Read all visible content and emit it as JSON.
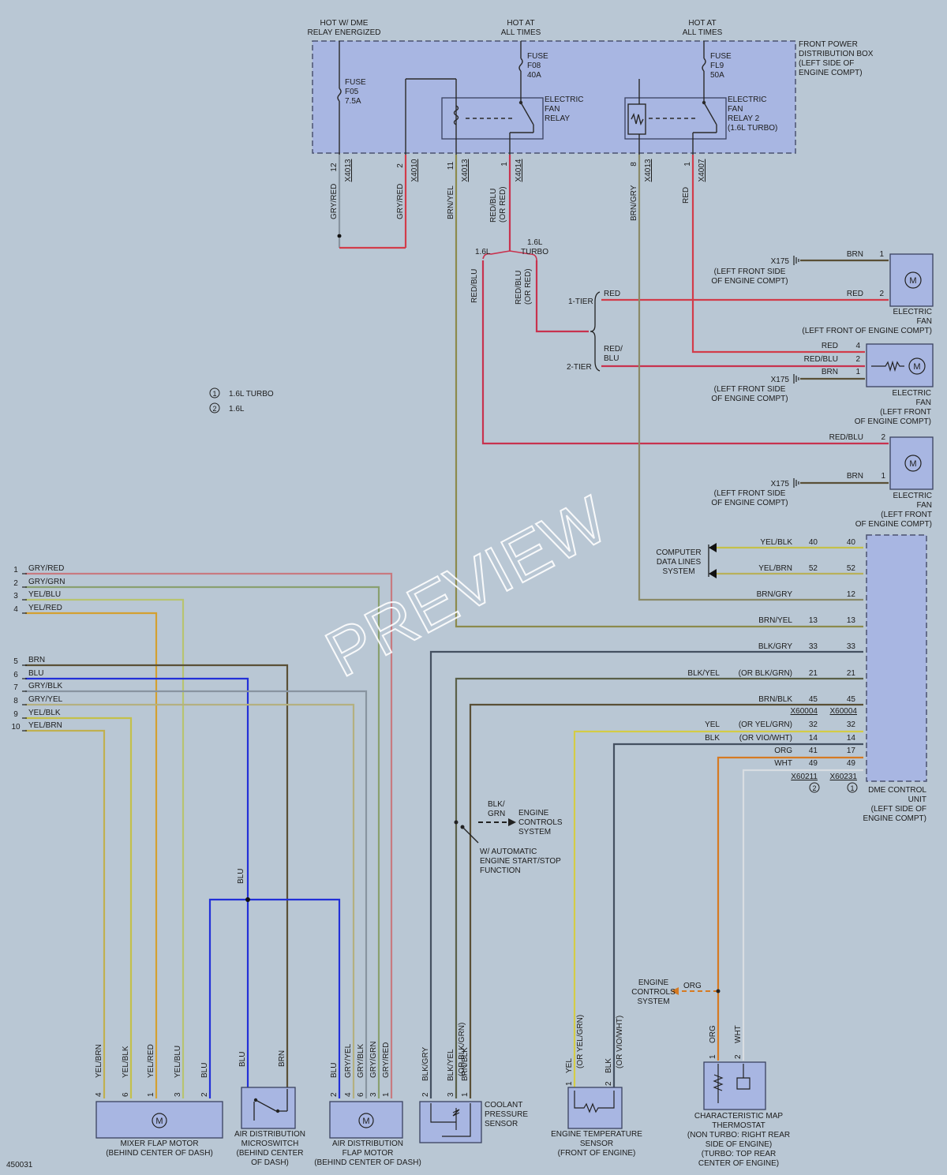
{
  "colors": {
    "background": "#b9c7d4",
    "box_fill": "#a8b6e2",
    "wire_red": "#d23c4a",
    "wire_redblu": "#c8324e",
    "wire_brn": "#5a5036",
    "wire_brnyel": "#8c8a4c",
    "wire_grn": "#8aa070",
    "wire_yel": "#d4cc46",
    "wire_blu": "#2230d8",
    "wire_org": "#d67a22",
    "wire_blk": "#445060",
    "wire_gry": "#8894a0",
    "wire_wht": "#d8dde2",
    "watermark": "#ffffff"
  },
  "watermark": "PREVIEW",
  "diagram_id": "450031",
  "header": {
    "hot_dme": [
      "HOT W/ DME",
      "RELAY ENERGIZED"
    ],
    "hot_always_1": [
      "HOT AT",
      "ALL TIMES"
    ],
    "hot_always_2": [
      "HOT AT",
      "ALL TIMES"
    ]
  },
  "power_box": {
    "label": [
      "FRONT POWER",
      "DISTRIBUTION BOX",
      "(LEFT SIDE OF",
      "ENGINE COMPT)"
    ],
    "fuse_f05": [
      "FUSE",
      "F05",
      "7.5A"
    ],
    "fuse_f08": [
      "FUSE",
      "F08",
      "40A"
    ],
    "fuse_fl9": [
      "FUSE",
      "FL9",
      "50A"
    ],
    "relay_1": [
      "ELECTRIC",
      "FAN",
      "RELAY"
    ],
    "relay_2": [
      "ELECTRIC",
      "FAN",
      "RELAY 2",
      "(1.6L TURBO)"
    ]
  },
  "connectors": {
    "c1": {
      "pin": "12",
      "conn": "X4013",
      "wire": "GRY/RED"
    },
    "c2": {
      "pin": "2",
      "conn": "X4010",
      "wire": "GRY/RED"
    },
    "c3": {
      "pin": "11",
      "conn": "X4013",
      "wire": "BRN/YEL"
    },
    "c4": {
      "pin": "1",
      "conn": "X4014",
      "wire": [
        "RED/BLU",
        "(OR RED)"
      ]
    },
    "c5": {
      "pin": "8",
      "conn": "X4013",
      "wire": "BRN/GRY"
    },
    "c6": {
      "pin": "1",
      "conn": "X4007",
      "wire": "RED"
    }
  },
  "split": {
    "label_16l": "1.6L",
    "label_turbo": [
      "1.6L",
      "TURBO"
    ],
    "left_wire": "RED/BLU",
    "right_wire": [
      "RED/BLU",
      "(OR RED)"
    ],
    "tier1": "1-TIER",
    "tier2": "2-TIER",
    "tier1_wire": "RED",
    "tier2_wire": [
      "RED/",
      "BLU"
    ]
  },
  "legend": [
    {
      "num": "1",
      "text": "1.6L TURBO"
    },
    {
      "num": "2",
      "text": "1.6L"
    }
  ],
  "fan1": {
    "ground": "X175",
    "ground_label": [
      "(LEFT FRONT SIDE",
      "OF ENGINE COMPT)"
    ],
    "wire_a": "BRN",
    "pin_a": "1",
    "wire_b": "RED",
    "pin_b": "2",
    "label": [
      "ELECTRIC",
      "FAN",
      "(LEFT FRONT OF ENGINE COMPT)"
    ]
  },
  "fan2": {
    "ground": "X175",
    "ground_label": [
      "(LEFT FRONT SIDE",
      "OF ENGINE COMPT)"
    ],
    "wire_a": "RED",
    "pin_a": "4",
    "wire_b": "RED/BLU",
    "pin_b": "2",
    "wire_c": "BRN",
    "pin_c": "1",
    "label": [
      "ELECTRIC",
      "FAN",
      "(LEFT FRONT",
      "OF ENGINE COMPT)"
    ]
  },
  "fan3": {
    "ground": "X175",
    "ground_label": [
      "(LEFT FRONT SIDE",
      "OF ENGINE COMPT)"
    ],
    "wire_a": "RED/BLU",
    "pin_a": "2",
    "wire_b": "BRN",
    "pin_b": "1",
    "label": [
      "ELECTRIC",
      "FAN",
      "(LEFT FRONT",
      "OF ENGINE COMPT)"
    ]
  },
  "dme": {
    "label": [
      "DME CONTROL",
      "UNIT",
      "(LEFT SIDE OF",
      "ENGINE COMPT)"
    ],
    "data_lines_label": [
      "COMPUTER",
      "DATA LINES",
      "SYSTEM"
    ],
    "rows": [
      {
        "wire": "YEL/BLK",
        "alt": "",
        "pin_a": "40",
        "pin_b": "40"
      },
      {
        "wire": "YEL/BRN",
        "alt": "",
        "pin_a": "52",
        "pin_b": "52"
      },
      {
        "wire": "BRN/GRY",
        "alt": "",
        "pin_a": "",
        "pin_b": "12"
      },
      {
        "wire": "BRN/YEL",
        "alt": "",
        "pin_a": "13",
        "pin_b": "13"
      },
      {
        "wire": "BLK/GRY",
        "alt": "",
        "pin_a": "33",
        "pin_b": "33"
      },
      {
        "wire": "BLK/YEL",
        "alt": "(OR BLK/GRN)",
        "pin_a": "21",
        "pin_b": "21"
      },
      {
        "wire": "BRN/BLK",
        "alt": "",
        "pin_a": "45",
        "pin_b": "45"
      },
      {
        "wire": "YEL",
        "alt": "(OR YEL/GRN)",
        "pin_a": "32",
        "pin_b": "32"
      },
      {
        "wire": "BLK",
        "alt": "(OR VIO/WHT)",
        "pin_a": "14",
        "pin_b": "14"
      },
      {
        "wire": "ORG",
        "alt": "",
        "pin_a": "41",
        "pin_b": "17"
      },
      {
        "wire": "WHT",
        "alt": "",
        "pin_a": "49",
        "pin_b": "49"
      }
    ],
    "conn_top_a": "X60004",
    "conn_top_b": "X60004",
    "conn_bot_a": "X60211",
    "conn_bot_b": "X60231",
    "mark_a": "2",
    "mark_b": "1"
  },
  "left_harness": [
    {
      "num": "1",
      "wire": "GRY/RED"
    },
    {
      "num": "2",
      "wire": "GRY/GRN"
    },
    {
      "num": "3",
      "wire": "YEL/BLU"
    },
    {
      "num": "4",
      "wire": "YEL/RED"
    },
    {
      "num": "5",
      "wire": "BRN"
    },
    {
      "num": "6",
      "wire": "BLU"
    },
    {
      "num": "7",
      "wire": "GRY/BLK"
    },
    {
      "num": "8",
      "wire": "GRY/YEL"
    },
    {
      "num": "9",
      "wire": "YEL/BLK"
    },
    {
      "num": "10",
      "wire": "YEL/BRN"
    }
  ],
  "blu_splice": "BLU",
  "start_stop": {
    "wire": [
      "BLK/",
      "GRN"
    ],
    "target": [
      "ENGINE",
      "CONTROLS",
      "SYSTEM"
    ],
    "label": [
      "W/ AUTOMATIC",
      "ENGINE START/STOP",
      "FUNCTION"
    ]
  },
  "org_branch": {
    "target": [
      "ENGINE",
      "CONTROLS",
      "SYSTEM"
    ],
    "wire": "ORG"
  },
  "components": {
    "mixer": {
      "label": [
        "MIXER FLAP MOTOR",
        "(BEHIND CENTER OF DASH)"
      ],
      "pins": [
        {
          "pin": "4",
          "wire": "YEL/BRN"
        },
        {
          "pin": "6",
          "wire": "YEL/BLK"
        },
        {
          "pin": "1",
          "wire": "YEL/RED"
        },
        {
          "pin": "3",
          "wire": "YEL/BLU"
        },
        {
          "pin": "2",
          "wire": "BLU"
        }
      ]
    },
    "micro": {
      "label": [
        "AIR DISTRIBUTION",
        "MICROSWITCH",
        "(BEHIND CENTER",
        "OF DASH)"
      ],
      "pins": [
        {
          "pin": "",
          "wire": "BLU"
        },
        {
          "pin": "",
          "wire": "BRN"
        }
      ]
    },
    "airflap": {
      "label": [
        "AIR DISTRIBUTION",
        "FLAP MOTOR",
        "(BEHIND CENTER OF DASH)"
      ],
      "pins": [
        {
          "pin": "2",
          "wire": "BLU"
        },
        {
          "pin": "4",
          "wire": "GRY/YEL"
        },
        {
          "pin": "6",
          "wire": "GRY/BLK"
        },
        {
          "pin": "3",
          "wire": "GRY/GRN"
        },
        {
          "pin": "1",
          "wire": "GRY/RED"
        }
      ]
    },
    "coolant": {
      "label": [
        "COOLANT",
        "PRESSURE",
        "SENSOR"
      ],
      "pins": [
        {
          "pin": "2",
          "wire": "BLK/GRY"
        },
        {
          "pin": "3",
          "wire": "BLK/YEL",
          "alt": "(OR BLK/GRN)"
        },
        {
          "pin": "1",
          "wire": "BRN/BLK"
        }
      ]
    },
    "temp": {
      "label": [
        "ENGINE TEMPERATURE",
        "SENSOR",
        "(FRONT OF ENGINE)"
      ],
      "pins": [
        {
          "pin": "1",
          "wire": "YEL",
          "alt": "(OR YEL/GRN)"
        },
        {
          "pin": "2",
          "wire": "BLK",
          "alt": "(OR VIO/WHT)"
        }
      ]
    },
    "thermostat": {
      "label": [
        "CHARACTERISTIC MAP",
        "THERMOSTAT",
        "(NON TURBO: RIGHT REAR",
        "SIDE OF ENGINE)",
        "(TURBO: TOP REAR",
        "CENTER OF ENGINE)"
      ],
      "pins": [
        {
          "pin": "1",
          "wire": "ORG"
        },
        {
          "pin": "2",
          "wire": "WHT"
        }
      ]
    }
  }
}
